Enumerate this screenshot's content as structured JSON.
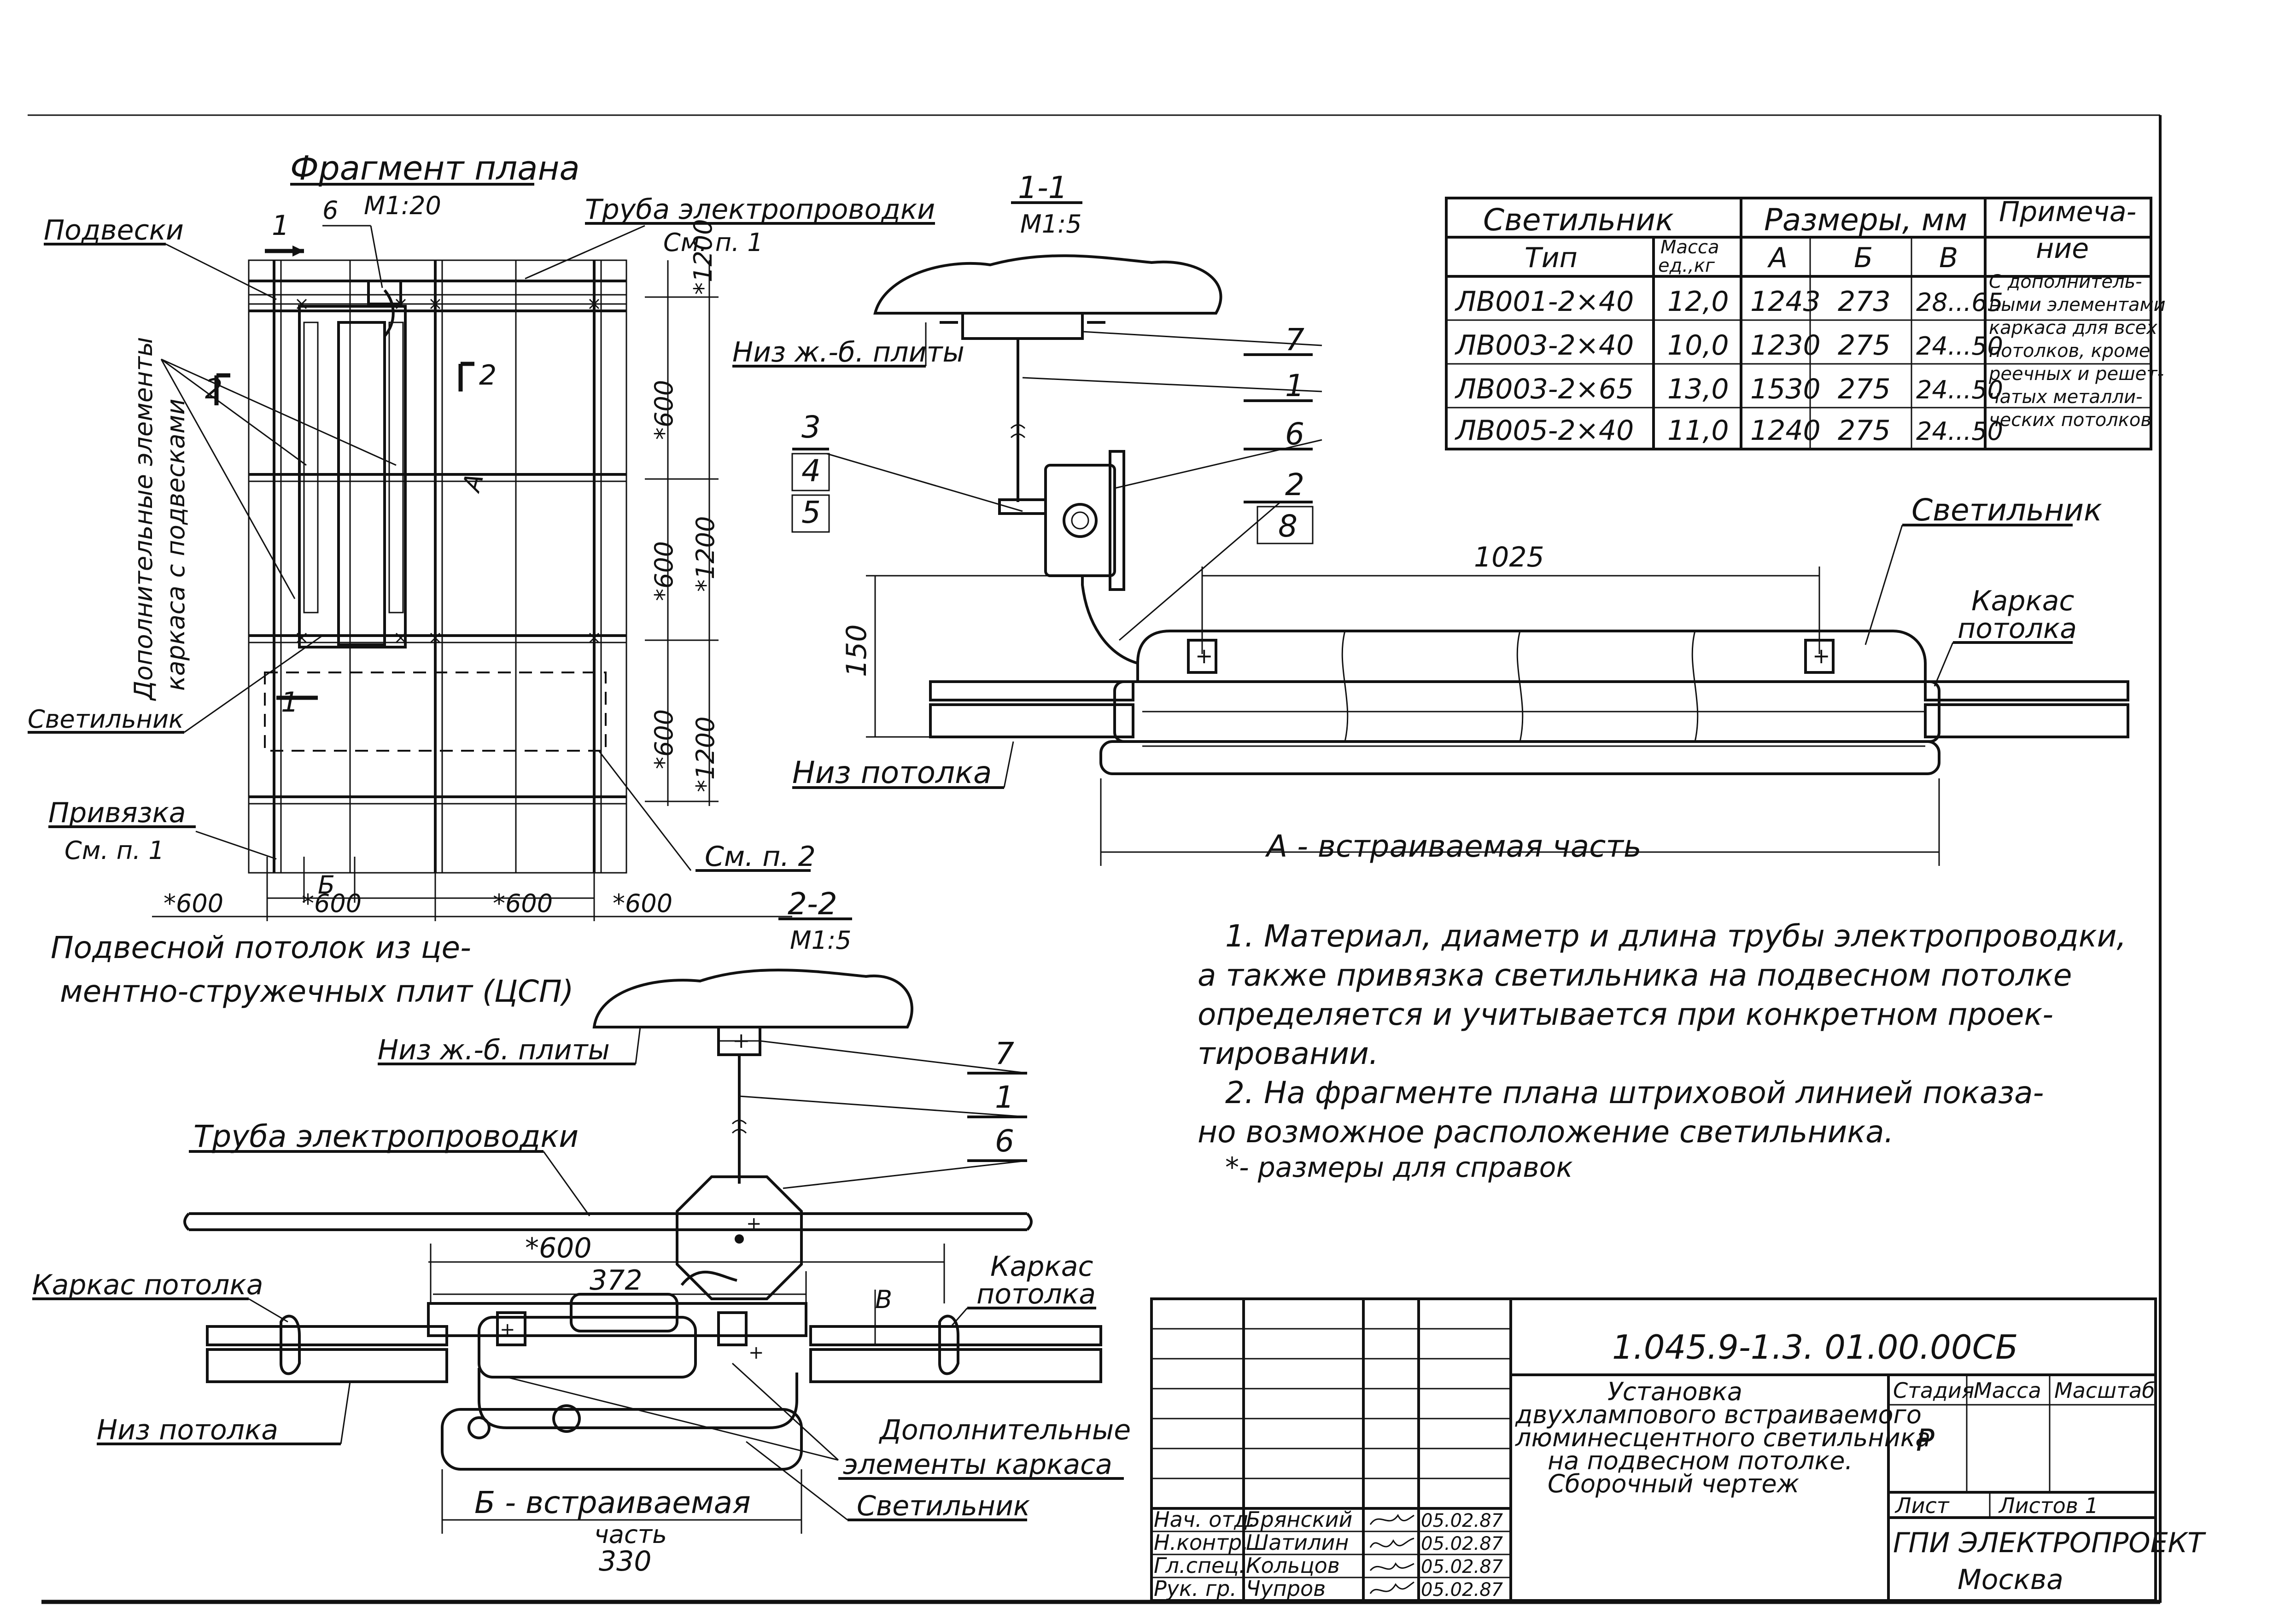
{
  "plan": {
    "title": "Фрагмент плана",
    "scale": "М1:20",
    "pipe_label": "Труба электропроводки",
    "pipe_ref": "См. п. 1",
    "suspensions_label": "Подвески",
    "extra_elements_label_1": "Дополнительные элементы",
    "extra_elements_label_2": "каркаса с подвесками",
    "luminaire_label": "Светильник",
    "anchor_label": "Привязка",
    "anchor_ref": "См. п. 1",
    "note_ref": "См. п. 2",
    "ceiling_label_1": "Подвесной потолок из це-",
    "ceiling_label_2": "ментно-стружечных плит (ЦСП)",
    "section_marks": [
      "1",
      "1",
      "2",
      "2"
    ],
    "callout_6": "6",
    "dim_A": "А",
    "dim_B": "Б",
    "dims_vertical": [
      "*1200",
      "*600",
      "*600",
      "*1200",
      "*600",
      "*1200"
    ],
    "dims_horizontal": [
      "*600",
      "*600",
      "*600",
      "*600"
    ]
  },
  "section11": {
    "title": "1-1",
    "scale": "М1:5",
    "slab_bottom": "Низ ж.-б. плиты",
    "ceiling_bottom": "Низ потолка",
    "luminaire_label": "Светильник",
    "frame_label_1": "Каркас",
    "frame_label_2": "потолка",
    "dim_1025": "1025",
    "dim_150": "150",
    "embedded_part": "А - встраиваемая часть",
    "callouts_left": [
      "3",
      "4",
      "5"
    ],
    "callouts_right": [
      "7",
      "1",
      "6",
      "2",
      "8"
    ]
  },
  "section22": {
    "title": "2-2",
    "scale": "М1:5",
    "slab_bottom": "Низ ж.-б. плиты",
    "pipe_label": "Труба электропроводки",
    "dim_600": "*600",
    "dim_372": "372",
    "dim_B": "В",
    "frame_left": "Каркас потолка",
    "frame_right_1": "Каркас",
    "frame_right_2": "потолка",
    "ceiling_bottom": "Низ потолка",
    "extra_1": "Дополнительные",
    "extra_2": "элементы каркаса",
    "luminaire_label": "Светильник",
    "embedded_1": "Б - встраиваемая",
    "embedded_2": "часть",
    "dim_330": "330",
    "callouts": [
      "7",
      "1",
      "6"
    ]
  },
  "table": {
    "header_lum": "Светильник",
    "header_sizes": "Размеры, мм",
    "header_note_1": "Примеча-",
    "header_note_2": "ние",
    "sub_type": "Тип",
    "sub_mass_1": "Масса",
    "sub_mass_2": "ед.,кг",
    "sub_a": "А",
    "sub_b": "Б",
    "sub_v": "В",
    "rows": [
      {
        "type": "ЛВ001-2×40",
        "mass": "12,0",
        "a": "1243",
        "b": "273",
        "v": "28...65"
      },
      {
        "type": "ЛВ003-2×40",
        "mass": "10,0",
        "a": "1230",
        "b": "275",
        "v": "24...50"
      },
      {
        "type": "ЛВ003-2×65",
        "mass": "13,0",
        "a": "1530",
        "b": "275",
        "v": "24...50"
      },
      {
        "type": "ЛВ005-2×40",
        "mass": "11,0",
        "a": "1240",
        "b": "275",
        "v": "24...50"
      }
    ],
    "note_lines": [
      "С дополнитель-",
      "ными элементами",
      "каркаса для всех",
      "потолков, кроме",
      "реечных и решет-",
      "чатых металли-",
      "ческих потолков"
    ]
  },
  "notes": {
    "n1_l1": "1. Материал, диаметр и длина трубы электропроводки,",
    "n1_l2": "а также привязка светильника на подвесном потолке",
    "n1_l3": "определяется и учитывается при конкретном проек-",
    "n1_l4": "тировании.",
    "n2_l1": "2. На фрагменте плана штриховой линией показа-",
    "n2_l2": "но возможное расположение светильника.",
    "n3": "*- размеры для справок"
  },
  "stamp": {
    "code": "1.045.9-1.3. 01.00.00СБ",
    "title_l1": "Установка",
    "title_l2": "двухлампового встраиваемого",
    "title_l3": "люминесцентного светильника",
    "title_l4": "на подвесном потолке.",
    "title_l5": "Сборочный чертеж",
    "stage_h": "Стадия",
    "mass_h": "Масса",
    "scale_h": "Масштаб",
    "stage": "Р",
    "sheet": "Лист",
    "sheets": "Листов 1",
    "org_1": "ГПИ ЭЛЕКТРОПРОЕКТ",
    "org_2": "Москва",
    "signers": [
      {
        "role": "Нач. отд.",
        "name": "Брянский",
        "date": "05.02.87"
      },
      {
        "role": "Н.контр.",
        "name": "Шатилин",
        "date": "05.02.87"
      },
      {
        "role": "Гл.спец.",
        "name": "Кольцов",
        "date": "05.02.87"
      },
      {
        "role": "Рук. гр.",
        "name": "Чупров",
        "date": "05.02.87"
      }
    ]
  }
}
